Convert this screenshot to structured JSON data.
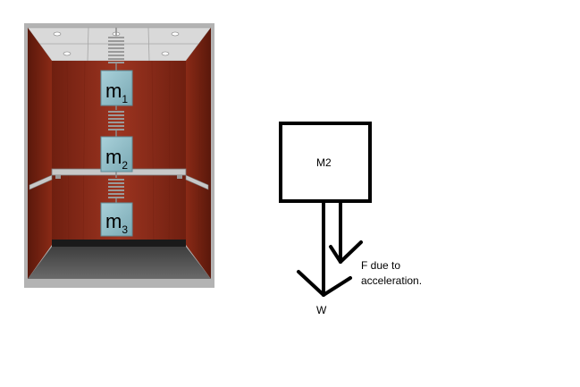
{
  "elevator": {
    "masses": [
      {
        "base": "m",
        "sub": "1"
      },
      {
        "base": "m",
        "sub": "2"
      },
      {
        "base": "m",
        "sub": "3"
      }
    ],
    "colors": {
      "wall": "#8a2a16",
      "floor": "#4d4d4d",
      "ceiling": "#d9d9d9",
      "block": "#8fbcc6",
      "rail": "#c8c8c8"
    }
  },
  "fbd": {
    "block_label": "M2",
    "force_label_line1": "F due to",
    "force_label_line2": "acceleration.",
    "weight_label": "W"
  }
}
